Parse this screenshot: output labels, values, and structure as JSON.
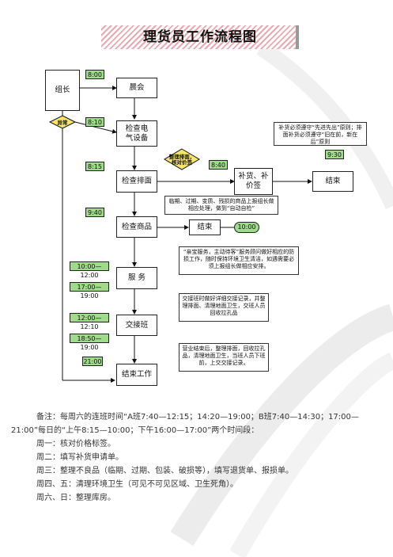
{
  "title": "理货员工作流程图",
  "nodes": {
    "zuzhang": "组长",
    "chenhui": "晨会",
    "jiancha_dianqi": "检查电气设备",
    "jiancha_paimian": "检查排面",
    "buhuo": "补货、补价签",
    "jieshu_right": "结束",
    "jiancha_shangpin": "检查商品",
    "jieshu_mid": "结束",
    "fuwu": "服 务",
    "jiaojieban": "交接班",
    "jieshu_gongzuo": "结束工作"
  },
  "time_tags": {
    "t800": "8:00",
    "t810": "8:10",
    "t815": "8:15",
    "t840": "8:40",
    "t930": "9:30",
    "t940": "9:40",
    "t1000": "10:00",
    "t1000_1200": "10:00—12:00",
    "t1700_1900": "17:00—19:00",
    "t1200_1210": "12:00—12:10",
    "t1850_1900": "18:50—19:00",
    "t2100": "21:00"
  },
  "diamonds": {
    "yichang": "异常",
    "zhengli": "整理排面，核对价签"
  },
  "notes": {
    "buhuo_note": "补货必须遵守“先进先出”原则；排面补货必须遵守“旧在前，新在后”原则",
    "shangpin_note": "临期、过期、变质、残损的商品上报组长做相应处理，做到“自动自检”",
    "fuwu_note": "“亲宝服务，主动待客”服务顾问做好相应的防损工作，随时保持环境卫生清洁，如遇需要必须上报组长做相应安排。",
    "jiaojie_note": "交接班时做好详细交接记录，并整理排面、清理地面卫生，交班人员回收拉孔品",
    "jieshu_note": "营业结束后，整理排面，回收拉孔品，清理地面卫生，当班人员下班前，上交交接记录。"
  },
  "footer": {
    "remark": "备注：每周六的连班时间“A班7:40—12:15；14:20—19:00；B班7:40—14:30；17:00—21:00”每日的“上午8:15—10:00；下午16:00—17:00”两个时间段：",
    "days": [
      "周一：核对价格标签。",
      "周二：填写补货申请单。",
      "周三：整理不良品（临期、过期、包装、破损等），填写退货单、报损单。",
      "周四、五：清理环境卫生（可见不可见区域、卫生死角）。",
      "周六、日：整理库房。"
    ]
  },
  "colors": {
    "tag_green": "#9fdb8a",
    "diamond_yellow": "#f5e56b",
    "banner_stripe": "#e8a8b4"
  }
}
